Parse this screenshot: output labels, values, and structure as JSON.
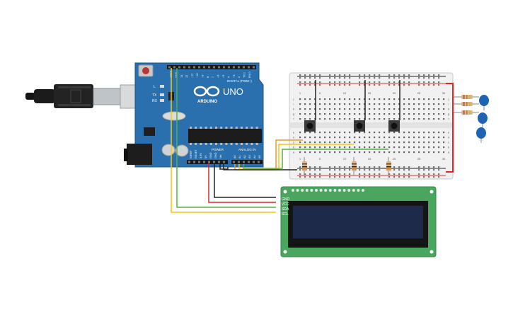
{
  "arduino": {
    "logo_text": "UNO",
    "brand": "ARDUINO",
    "digital_label": "DIGITAL (PWM~)",
    "power_label": "POWER",
    "analog_label": "ANALOG IN",
    "led_labels": [
      "L",
      "TX",
      "RX"
    ],
    "digital_pins": [
      "AREF",
      "GND",
      "13",
      "12",
      "~11",
      "~10",
      "~9",
      "8",
      "7",
      "~6",
      "~5",
      "4",
      "~3",
      "2",
      "TX 1",
      "RX 0"
    ],
    "power_pins": [
      "IOREF",
      "RESET",
      "3.3V",
      "5V",
      "GND",
      "GND",
      "Vin"
    ],
    "analog_pins": [
      "A0",
      "A1",
      "A2",
      "A3",
      "A4",
      "A5"
    ]
  },
  "breadboard": {
    "column_numbers": [
      "1",
      "5",
      "10",
      "15",
      "20",
      "25",
      "30"
    ],
    "row_letters_top": [
      "j",
      "i",
      "h",
      "g",
      "f"
    ],
    "row_letters_bottom": [
      "e",
      "d",
      "c",
      "b",
      "a"
    ]
  },
  "lcd": {
    "pin_labels": [
      "GND",
      "VCC",
      "SDA",
      "SCL"
    ],
    "screen_color": "#1e2a4a"
  },
  "colors": {
    "board": "#2a6fae",
    "wire_red": "#e0262a",
    "wire_black": "#222222",
    "wire_yellow": "#f0cc10",
    "wire_green": "#55b04a",
    "wire_orange": "#f09a22",
    "pcb_green": "#4aa55e",
    "capacitor": "#1f63b5"
  }
}
